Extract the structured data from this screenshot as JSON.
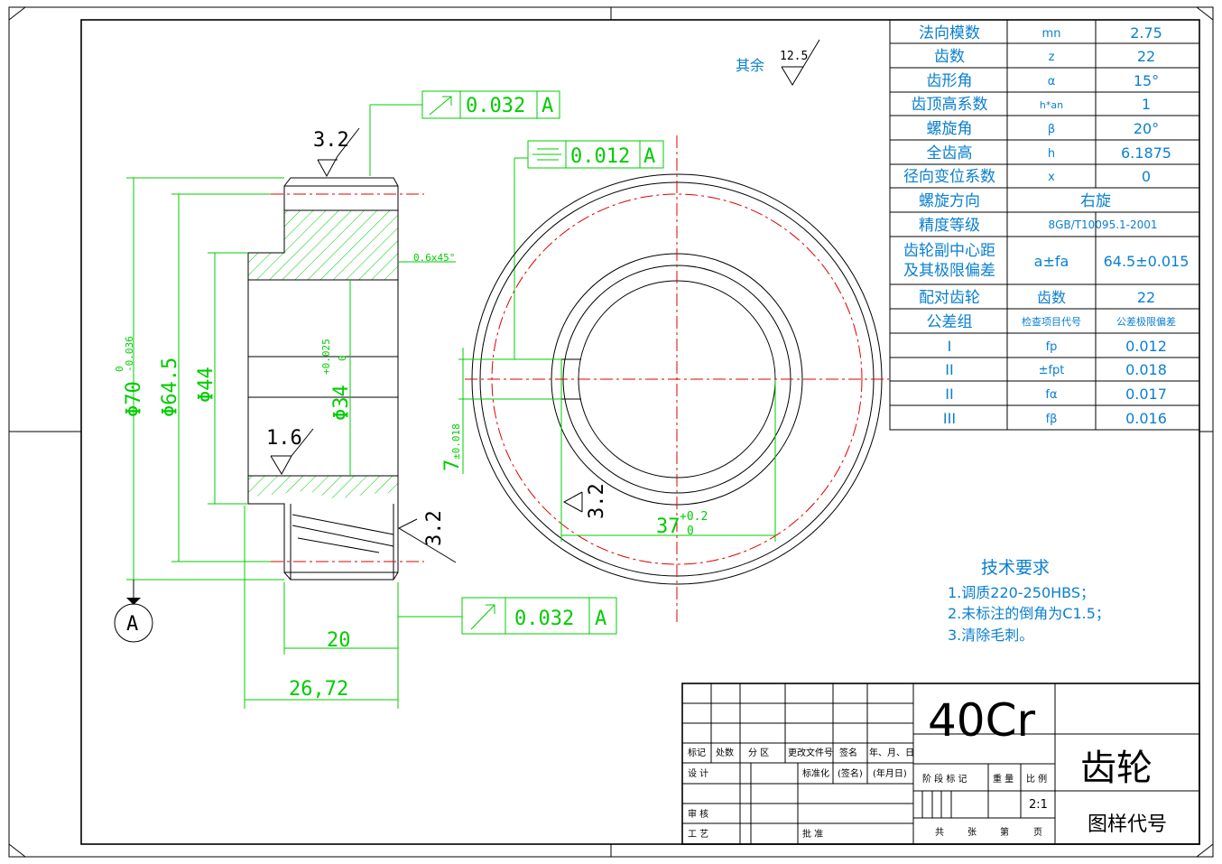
{
  "params_table": {
    "rows": [
      {
        "name": "法向模数",
        "symbol": "mn",
        "value": "2.75"
      },
      {
        "name": "齿数",
        "symbol": "z",
        "value": "22"
      },
      {
        "name": "齿形角",
        "symbol": "α",
        "value": "15°"
      },
      {
        "name": "齿顶高系数",
        "symbol": "h*an",
        "value": "1"
      },
      {
        "name": "螺旋角",
        "symbol": "β",
        "value": "20°"
      },
      {
        "name": "全齿高",
        "symbol": "h",
        "value": "6.1875"
      },
      {
        "name": "径向变位系数",
        "symbol": "x",
        "value": "0"
      },
      {
        "name": "螺旋方向",
        "symbol": "",
        "value": "右旋"
      },
      {
        "name": "精度等级",
        "symbol": "",
        "value": "8GB/T10095.1-2001"
      },
      {
        "name": "齿轮副中心距 及其极限偏差",
        "symbol": "a±fa",
        "value": "64.5±0.015"
      },
      {
        "name": "配对齿轮",
        "symbol": "齿数",
        "value": "22"
      },
      {
        "name": "公差组",
        "symbol": "检查项目代号",
        "value": "公差极限偏差"
      },
      {
        "name": "I",
        "symbol": "fp",
        "value": "0.012"
      },
      {
        "name": "II",
        "symbol": "±fpt",
        "value": "0.018"
      },
      {
        "name": "II",
        "symbol": "fα",
        "value": "0.017"
      },
      {
        "name": "III",
        "symbol": "fβ",
        "value": "0.016"
      }
    ]
  },
  "roughness": {
    "rest_label": "其余",
    "rest_value": "12.5",
    "top": "3.2",
    "bore": "1.6",
    "lower": "3.2",
    "keyway": "3.2"
  },
  "tolerances": {
    "runout_top": {
      "value": "0.032",
      "datum": "A"
    },
    "symmetry": {
      "value": "0.012",
      "datum": "A"
    },
    "runout_bottom": {
      "value": "0.032",
      "datum": "A"
    }
  },
  "dimensions": {
    "d70": "Φ70",
    "d70_upper": "0",
    "d70_lower": "-0.036",
    "d645": "Φ64.5",
    "d44": "Φ44",
    "d34": "Φ34",
    "d34_upper": "+0.025",
    "d34_lower": "0",
    "key_width": "7",
    "key_width_tol": "±0.018",
    "key_depth": "37",
    "key_depth_upper": "+0.2",
    "key_depth_lower": "0",
    "width_20": "20",
    "width_2672": "26,72",
    "chamfer": "0.6x45°",
    "datum": "A"
  },
  "tech_req": {
    "title": "技术要求",
    "items": [
      "1.调质220-250HBS；",
      "2.未标注的倒角为C1.5；",
      "3.清除毛刺。"
    ]
  },
  "title_block": {
    "material": "40Cr",
    "part_name": "齿轮",
    "drawing_code_label": "图样代号",
    "revision_headers": [
      "标记",
      "处数",
      "分 区",
      "更改文件号",
      "签名",
      "年、月、日"
    ],
    "design": "设 计",
    "standard": "标准化",
    "sign_paren": "(签名)",
    "date_paren": "(年月日)",
    "review": "审 核",
    "process": "工 艺",
    "approve": "批 准",
    "stage_label": "阶 段 标 记",
    "weight_label": "重 量",
    "scale_label": "比 例",
    "scale": "2:1",
    "sheet_total": "共",
    "sheet_unit": "张",
    "sheet_no": "第",
    "page_unit": "页"
  }
}
